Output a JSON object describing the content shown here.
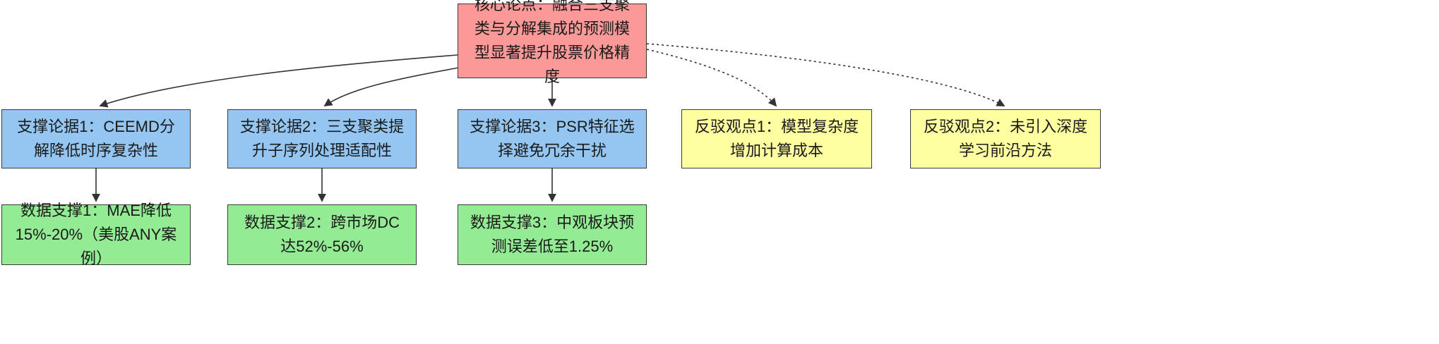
{
  "diagram": {
    "core": {
      "label": "核心论点：融合三支聚类与分解集成的预测模型显著提升股票价格精度"
    },
    "supports": [
      {
        "label": "支撑论据1：CEEMD分解降低时序复杂性"
      },
      {
        "label": "支撑论据2：三支聚类提升子序列处理适配性"
      },
      {
        "label": "支撑论据3：PSR特征选择避免冗余干扰"
      }
    ],
    "rebuttals": [
      {
        "label": "反驳观点1：模型复杂度增加计算成本"
      },
      {
        "label": "反驳观点2：未引入深度学习前沿方法"
      }
    ],
    "data_supports": [
      {
        "label": "数据支撑1：MAE降低15%-20%（美股ANY案例）"
      },
      {
        "label": "数据支撑2：跨市场DC达52%-56%"
      },
      {
        "label": "数据支撑3：中观板块预测误差低至1.25%"
      }
    ]
  },
  "colors": {
    "core_bg": "#fb9898",
    "support_bg": "#94c6f1",
    "rebuttal_bg": "#feffa0",
    "data_bg": "#93ec93",
    "edge_color": "#333333",
    "border_color": "#3b3b3b"
  }
}
